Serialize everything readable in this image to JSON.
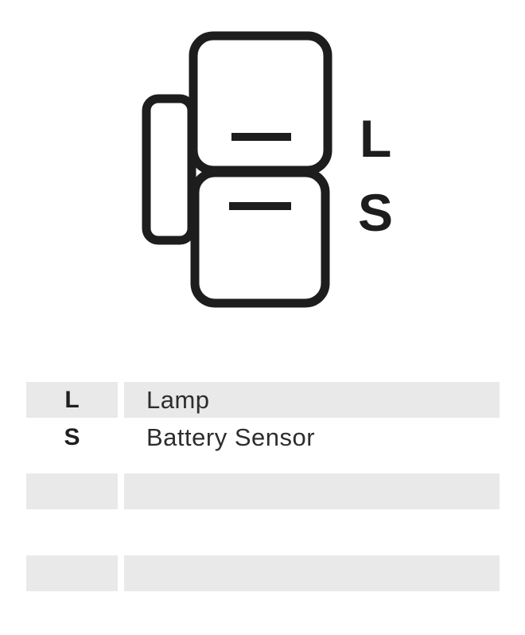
{
  "diagram": {
    "terminals": [
      {
        "label": "L"
      },
      {
        "label": "S"
      }
    ]
  },
  "table": {
    "rows": [
      {
        "code": "L",
        "description": "Lamp"
      },
      {
        "code": "S",
        "description": "Battery Sensor"
      },
      {
        "code": "",
        "description": ""
      },
      {
        "code": "",
        "description": ""
      }
    ]
  }
}
